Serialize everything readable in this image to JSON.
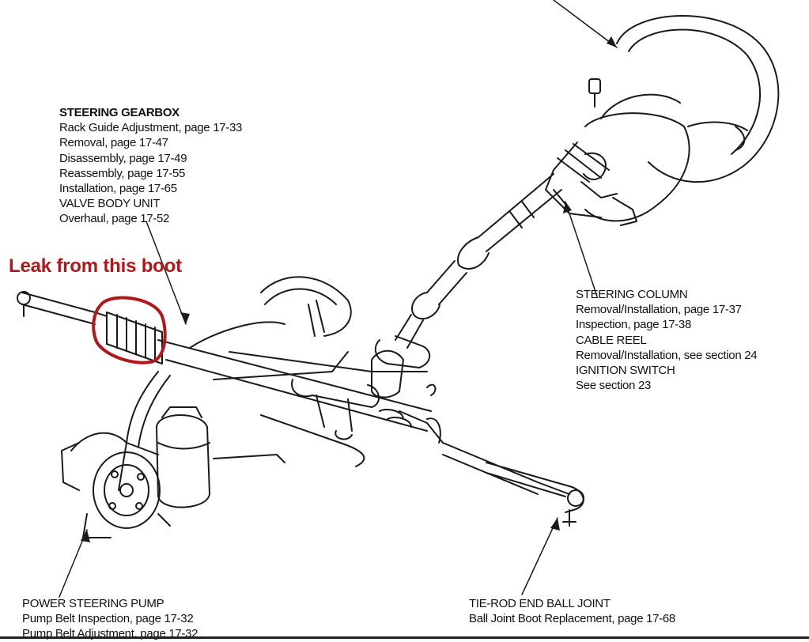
{
  "labels": {
    "steering_gearbox": {
      "heading": "STEERING GEARBOX",
      "lines": [
        "Rack Guide Adjustment, page 17-33",
        "Removal, page 17-47",
        "Disassembly, page 17-49",
        "Reassembly, page 17-55",
        "Installation, page 17-65",
        "VALVE BODY UNIT",
        "Overhaul, page 17-52"
      ]
    },
    "steering_column": {
      "heading": "STEERING COLUMN",
      "lines": [
        "Removal/Installation, page 17-37",
        "Inspection, page 17-38",
        "CABLE REEL",
        "Removal/Installation, see section 24",
        "IGNITION SWITCH",
        "See section 23"
      ]
    },
    "power_steering_pump": {
      "heading": "POWER STEERING PUMP",
      "lines": [
        "Pump Belt Inspection, page 17-32",
        "Pump Belt Adjustment, page 17-32"
      ]
    },
    "tie_rod_end": {
      "heading": "TIE-ROD END BALL JOINT",
      "lines": [
        "Ball Joint Boot Replacement, page 17-68"
      ]
    }
  },
  "annotation": {
    "text": "Leak from this boot",
    "color": "#b3161b"
  }
}
